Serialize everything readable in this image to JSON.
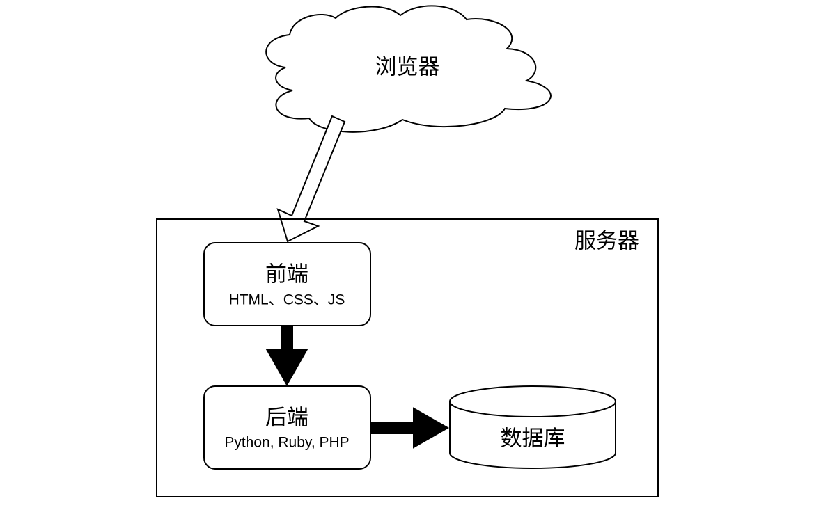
{
  "browser": {
    "label": "浏览器"
  },
  "server": {
    "label": "服务器"
  },
  "frontend": {
    "title": "前端",
    "subtitle": "HTML、CSS、JS"
  },
  "backend": {
    "title": "后端",
    "subtitle": "Python, Ruby, PHP"
  },
  "database": {
    "label": "数据库"
  },
  "colors": {
    "stroke": "#000000",
    "fill": "#ffffff",
    "text": "#000000"
  }
}
